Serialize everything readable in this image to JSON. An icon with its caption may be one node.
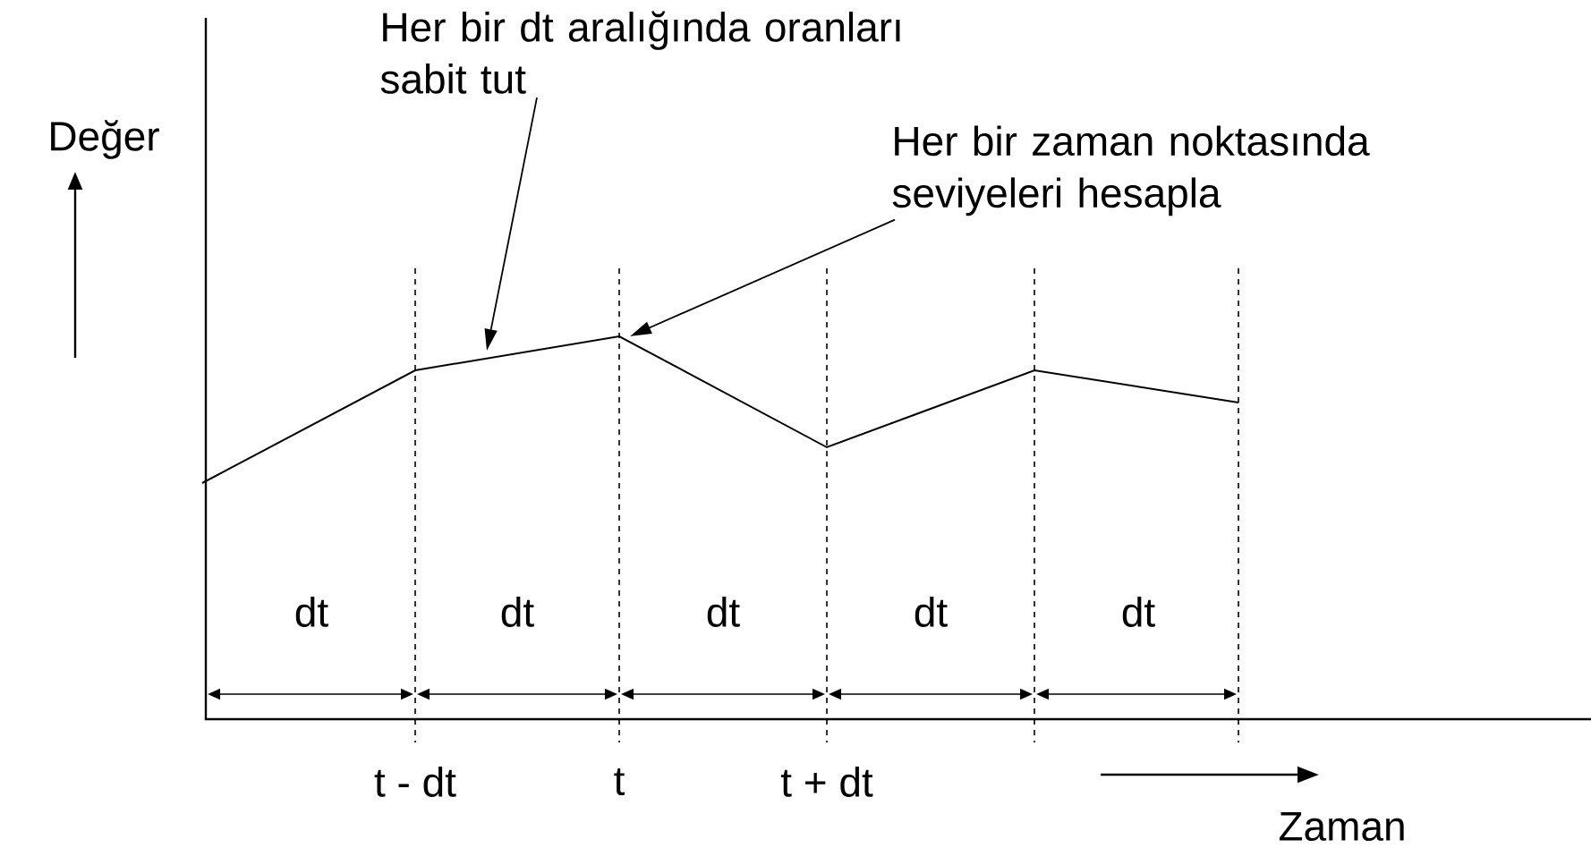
{
  "diagram": {
    "nodes": [
      {
        "text": [
          "Her bir dt aralığında oranları sabit tut"
        ]
      },
      {
        "text": [
          "Her bir zaman noktasında seviyeleri hesapla"
        ]
      }
    ],
    "edges": [
      {
        "from": 0,
        "to": null,
        "arrow": "to"
      },
      {
        "from": 1,
        "to": null,
        "arrow": "to"
      }
    ],
    "labels": [
      "Değer",
      "dt",
      "dt",
      "dt",
      "dt",
      "dt",
      "t - dt",
      "t",
      "t + dt",
      "Zaman"
    ]
  }
}
